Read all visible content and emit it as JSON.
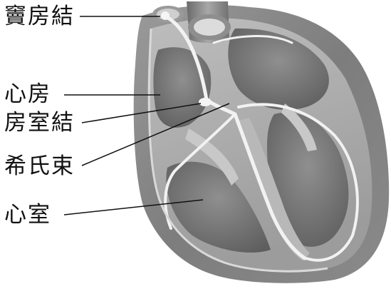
{
  "labels": {
    "sa_node": "竇房結",
    "atrium": "心房",
    "av_node": "房室結",
    "bundle_of_his": "希氏束",
    "ventricle": "心室"
  }
}
